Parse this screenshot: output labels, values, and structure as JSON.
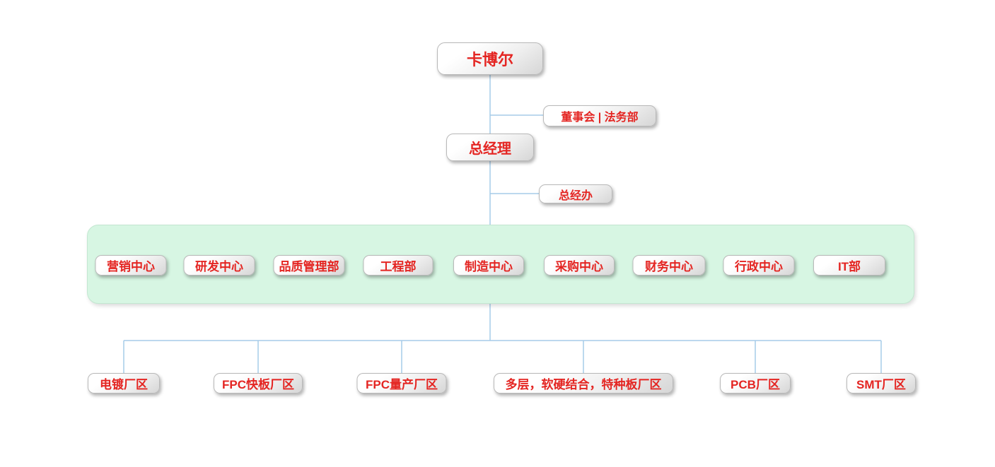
{
  "org": {
    "root": "卡博尔",
    "board": "董事会 | 法务部",
    "gm": "总经理",
    "gm_office": "总经办",
    "departments": [
      "营销中心",
      "研发中心",
      "品质管理部",
      "工程部",
      "制造中心",
      "采购中心",
      "财务中心",
      "行政中心",
      "IT部"
    ],
    "factories": [
      "电镀厂区",
      "FPC快板厂区",
      "FPC量产厂区",
      "多层，软硬结合，特种板厂区",
      "PCB厂区",
      "SMT厂区"
    ]
  },
  "colors": {
    "text_red": "#e42522",
    "connector_blue": "#a6cce9",
    "band_green": "#d7f6e3",
    "box_border": "#b9b9b9"
  }
}
